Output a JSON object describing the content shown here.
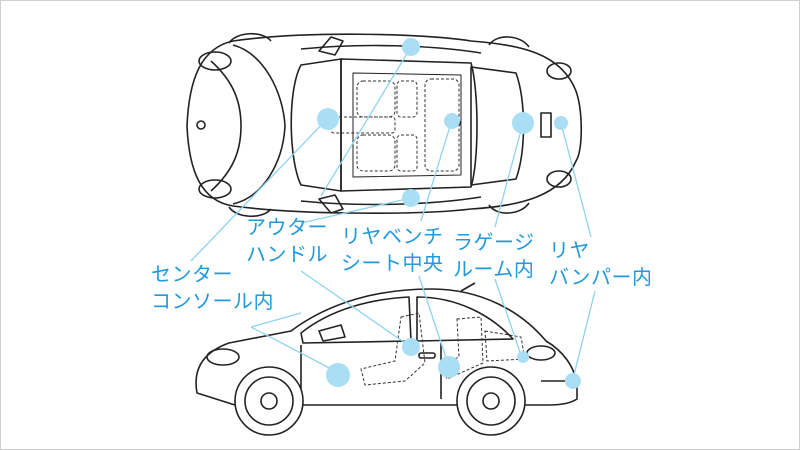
{
  "colors": {
    "label": "#2299dd",
    "callout_line": "#8fd3f0",
    "callout_dot": "#a9def5",
    "car_outline": "#222222",
    "seat_dashed": "#333333"
  },
  "labels": {
    "center_console": {
      "line1": "センター",
      "line2": "コンソール内"
    },
    "outer_handle": {
      "line1": "アウター",
      "line2": "ハンドル"
    },
    "rear_bench": {
      "line1": "リヤベンチ",
      "line2": "シート中央"
    },
    "luggage_room": {
      "line1": "ラゲージ",
      "line2": "ルーム内"
    },
    "rear_bumper": {
      "line1": "リヤ",
      "line2": "バンパー内"
    }
  }
}
